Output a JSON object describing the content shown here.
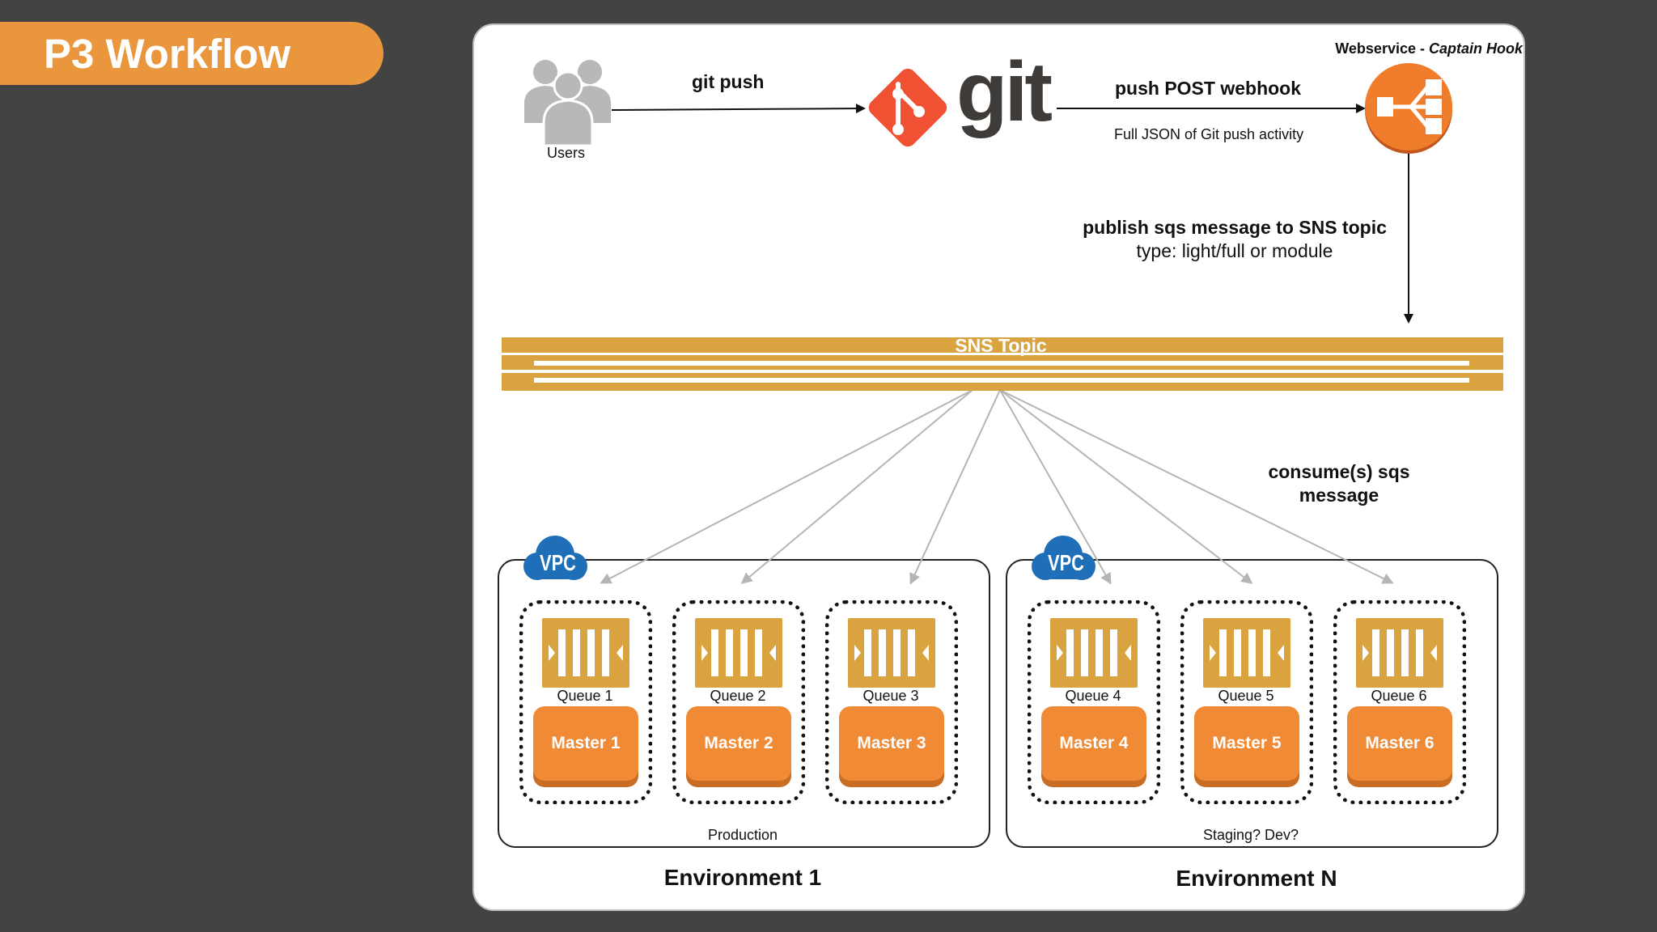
{
  "slide_title": "P3 Workflow",
  "webservice": {
    "label_prefix": "Webservice - ",
    "label_name": "Captain Hook"
  },
  "users_label": "Users",
  "git_push_label": "git push",
  "git_logo_text": "git",
  "webhook": {
    "title": "push POST webhook",
    "subtitle": "Full JSON of Git push activity"
  },
  "publish": {
    "line1": "publish sqs message to SNS topic",
    "line2": "type: light/full or module"
  },
  "sns_topic_label": "SNS Topic",
  "consume_label": {
    "line1": "consume(s) sqs",
    "line2": "message"
  },
  "vpc_label": "VPC",
  "environments": [
    {
      "name": "Environment 1",
      "sublabel": "Production",
      "units": [
        {
          "queue": "Queue 1",
          "master": "Master 1"
        },
        {
          "queue": "Queue 2",
          "master": "Master 2"
        },
        {
          "queue": "Queue 3",
          "master": "Master 3"
        }
      ]
    },
    {
      "name": "Environment N",
      "sublabel": "Staging? Dev?",
      "units": [
        {
          "queue": "Queue 4",
          "master": "Master 4"
        },
        {
          "queue": "Queue 5",
          "master": "Master 5"
        },
        {
          "queue": "Queue 6",
          "master": "Master 6"
        }
      ]
    }
  ],
  "colors": {
    "background": "#434343",
    "title_pill": "#e9963c",
    "sns_gold": "#d9a43f",
    "master_orange": "#f08a34",
    "git_red": "#f05133",
    "vpc_blue": "#1f6fb8"
  },
  "icons": [
    "users-icon",
    "git-diamond-icon",
    "load-balancer-icon",
    "vpc-cloud-icon",
    "sqs-queue-icon"
  ]
}
